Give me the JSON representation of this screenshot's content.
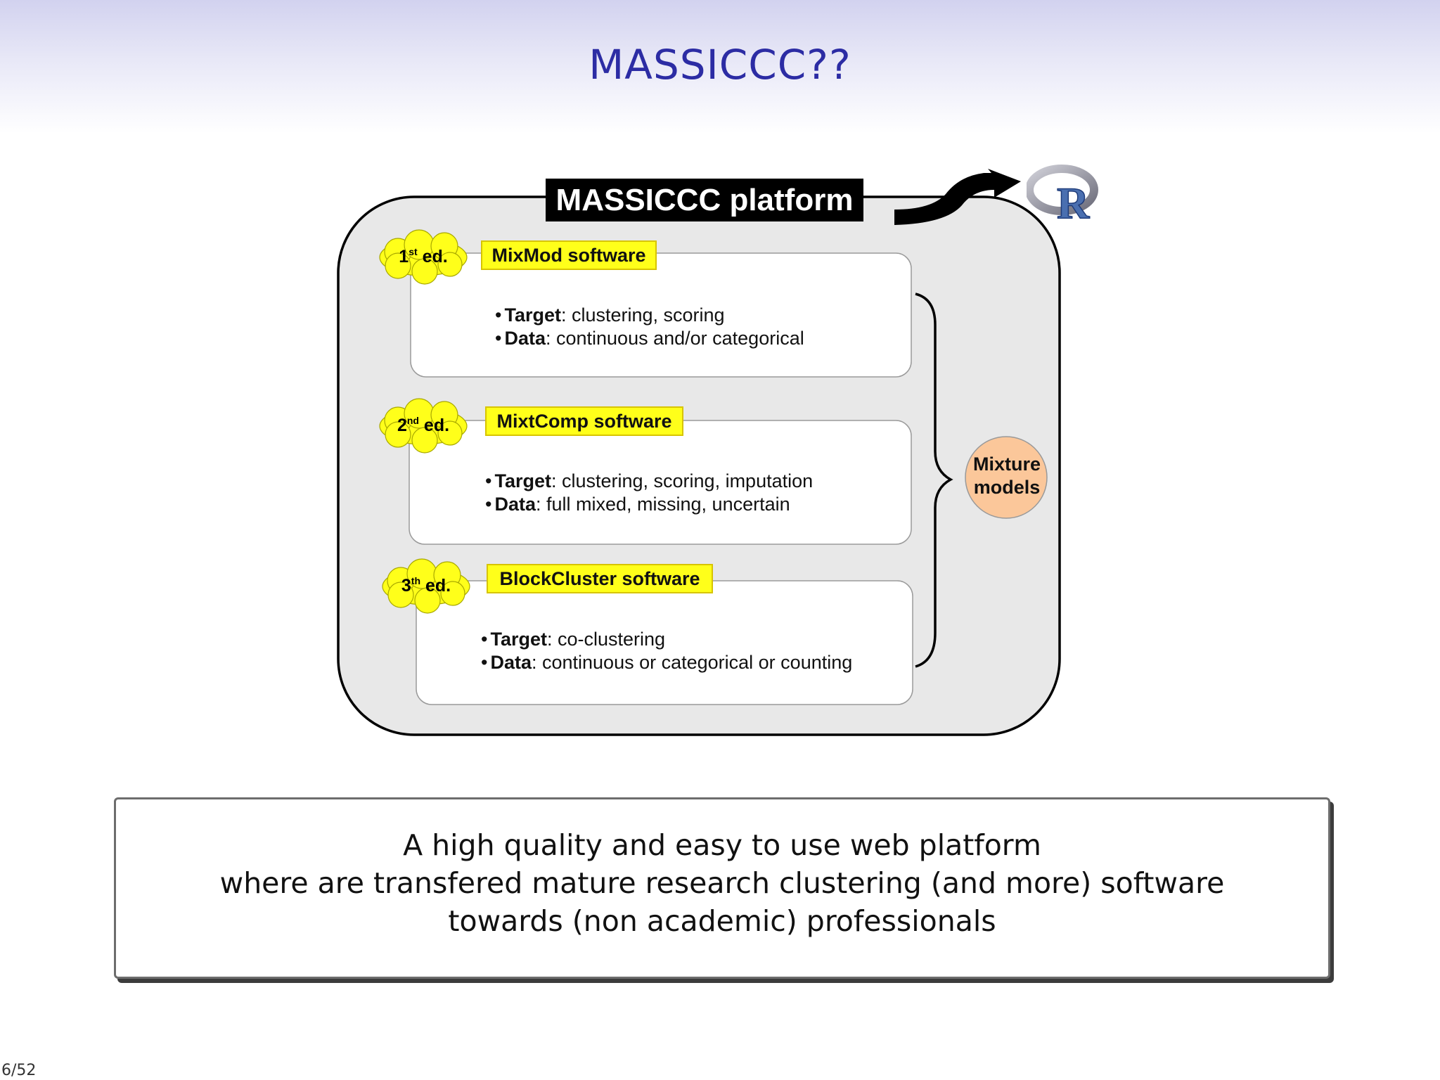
{
  "slide": {
    "title": "MASSICCC??",
    "page_number": "6/52"
  },
  "platform": {
    "title": "MASSICCC platform",
    "logo": "R"
  },
  "editions": [
    {
      "edition_number": "1",
      "edition_suffix": "st",
      "edition_word": "ed.",
      "software": "MixMod software",
      "target_label": "Target",
      "target_value": ": clustering, scoring",
      "data_label": "Data",
      "data_value": ": continuous and/or categorical"
    },
    {
      "edition_number": "2",
      "edition_suffix": "nd",
      "edition_word": "ed.",
      "software": "MixtComp software",
      "target_label": "Target",
      "target_value": ": clustering, scoring, imputation",
      "data_label": "Data",
      "data_value": ": full mixed, missing, uncertain"
    },
    {
      "edition_number": "3",
      "edition_suffix": "th",
      "edition_word": "ed.",
      "software": "BlockCluster software",
      "target_label": "Target",
      "target_value": ": co-clustering",
      "data_label": "Data",
      "data_value": ": continuous or categorical or counting"
    }
  ],
  "mixture": {
    "line1": "Mixture",
    "line2": "models"
  },
  "summary": {
    "line1": "A high quality and easy to use web platform",
    "line2": "where are transfered mature research clustering (and more) software",
    "line3": "towards (non academic) professionals"
  },
  "colors": {
    "title": "#2c2ca4",
    "label_fill": "#ffff1a",
    "cloud_fill": "#ffff1a",
    "platform_fill": "#e8e8e8",
    "mixture_fill": "#fbc79a"
  }
}
